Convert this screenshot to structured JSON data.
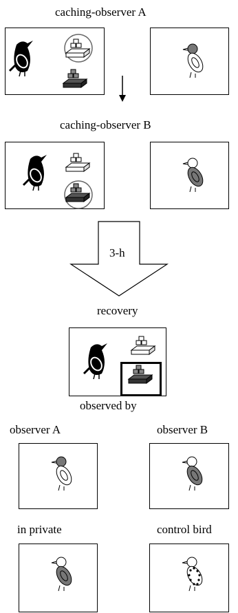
{
  "stage1": {
    "title": "caching-observer A"
  },
  "stage2": {
    "title": "caching-observer B"
  },
  "interval": {
    "label": "3-h"
  },
  "stage3": {
    "title": "recovery",
    "subtitle": "observed by"
  },
  "conditions": [
    {
      "label": "observer A"
    },
    {
      "label": "observer B"
    },
    {
      "label": "in private"
    },
    {
      "label": "control bird"
    }
  ],
  "colors": {
    "ink": "#000000",
    "grey": "#777777",
    "light": "#ffffff"
  }
}
